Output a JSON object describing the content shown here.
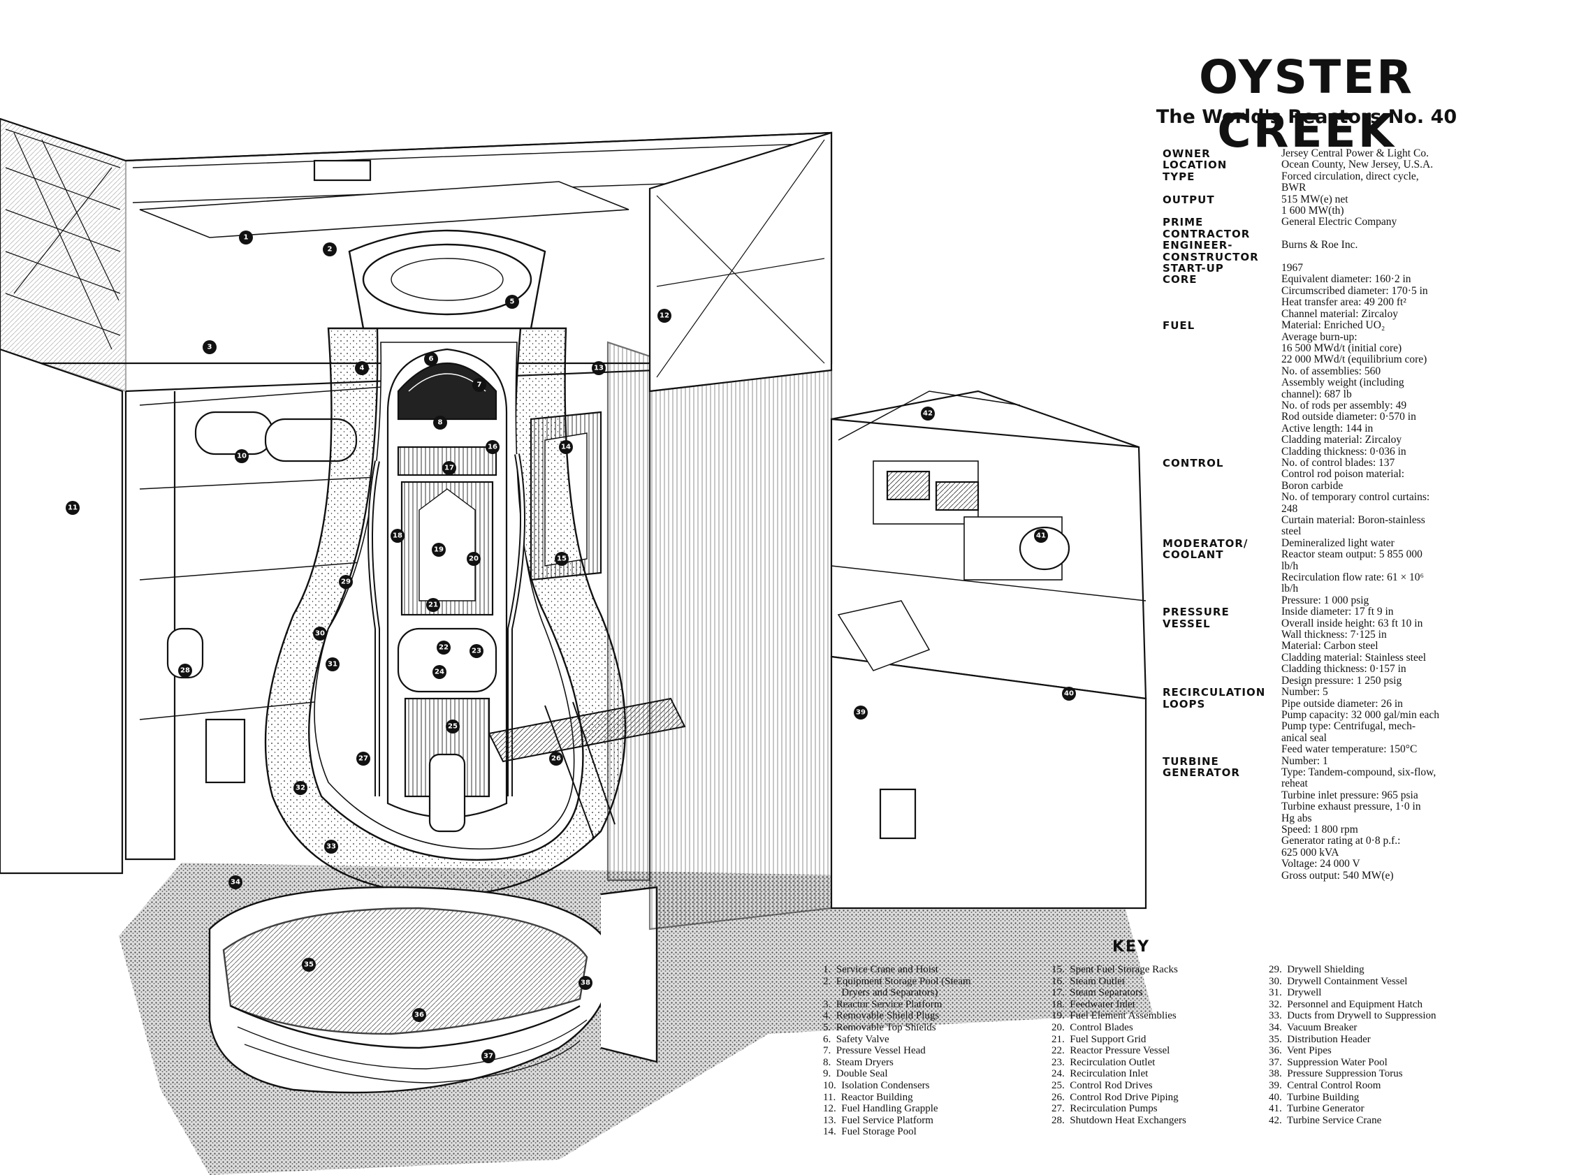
{
  "title": "OYSTER CREEK",
  "subtitle": "The World's Reactors No. 40",
  "specs": [
    {
      "label": "OWNER",
      "lines": [
        "Jersey Central Power & Light Co."
      ]
    },
    {
      "label": "LOCATION",
      "lines": [
        "Ocean County, New Jersey, U.S.A."
      ]
    },
    {
      "label": "TYPE",
      "lines": [
        "Forced circulation, direct cycle,",
        "BWR"
      ]
    },
    {
      "label": "OUTPUT",
      "lines": [
        "515 MW(e) net",
        "1 600 MW(th)"
      ]
    },
    {
      "label": "PRIME\n   CONTRACTOR",
      "lines": [
        "General Electric Company"
      ]
    },
    {
      "label": "ENGINEER-\n   CONSTRUCTOR",
      "lines": [
        "Burns & Roe Inc."
      ]
    },
    {
      "label": "START-UP",
      "lines": [
        "1967"
      ]
    },
    {
      "label": "CORE",
      "lines": [
        "Equivalent diameter: 160·2 in",
        "Circumscribed diameter: 170·5 in",
        "Heat transfer area: 49 200 ft²",
        "Channel material: Zircaloy"
      ]
    },
    {
      "label": "FUEL",
      "lines": [
        "Material: Enriched UO₂",
        "Average burn-up:",
        "   16 500 MWd/t (initial core)",
        "   22 000 MWd/t (equilibrium core)",
        "No. of assemblies: 560",
        "Assembly weight (including",
        "   channel): 687 lb",
        "No. of rods per assembly: 49",
        "Rod outside diameter: 0·570 in",
        "Active length: 144 in",
        "Cladding material: Zircaloy",
        "Cladding thickness: 0·036 in"
      ]
    },
    {
      "label": "CONTROL",
      "lines": [
        "No. of control blades: 137",
        "Control rod poison material:",
        "   Boron carbide",
        "No. of temporary control curtains:",
        "   248",
        "Curtain material: Boron-stainless",
        "   steel"
      ]
    },
    {
      "label": "MODERATOR/\n  COOLANT",
      "lines": [
        "Demineralized light water",
        "Reactor steam output: 5 855 000",
        "   lb/h",
        "Recirculation flow rate: 61 × 10⁶",
        "   lb/h",
        "Pressure: 1 000 psig"
      ]
    },
    {
      "label": "PRESSURE\n  VESSEL",
      "lines": [
        "Inside diameter: 17 ft 9 in",
        "Overall inside height: 63 ft 10 in",
        "Wall thickness: 7·125 in",
        "Material: Carbon steel",
        "Cladding material: Stainless steel",
        "Cladding thickness: 0·157 in",
        "Design pressure: 1 250 psig"
      ]
    },
    {
      "label": "RECIRCULATION\n  LOOPS",
      "lines": [
        "Number: 5",
        "Pipe outside diameter: 26 in",
        "Pump capacity: 32 000 gal/min each",
        "Pump type: Centrifugal, mech-",
        "   anical seal",
        "Feed water temperature: 150°C"
      ]
    },
    {
      "label": "TURBINE\n  GENERATOR",
      "lines": [
        "Number: 1",
        "Type: Tandem-compound, six-flow,",
        "   reheat",
        "Turbine inlet pressure: 965 psia",
        "Turbine exhaust pressure, 1·0 in",
        "   Hg abs",
        "Speed: 1 800 rpm",
        "Generator rating at 0·8 p.f.:",
        "   625 000 kVA",
        "Voltage: 24 000 V",
        "Gross output: 540 MW(e)"
      ]
    }
  ],
  "key_title": "KEY",
  "key_col1": [
    "1.  Service Crane and Hoist",
    "2.  Equipment Storage Pool (Steam",
    "       Dryers and Separators)",
    "3.  Reactor Service Platform",
    "4.  Removable Shield Plugs",
    "5.  Removable Top Shields",
    "6.  Safety Valve",
    "7.  Pressure Vessel Head",
    "8.  Steam Dryers",
    "9.  Double Seal",
    "10.  Isolation Condensers",
    "11.  Reactor Building",
    "12.  Fuel Handling Grapple",
    "13.  Fuel Service Platform",
    "14.  Fuel Storage Pool"
  ],
  "key_col2": [
    "15.  Spent Fuel Storage Racks",
    "16.  Steam Outlet",
    "17.  Steam Separators",
    "18.  Feedwater Inlet",
    "19.  Fuel Element Assemblies",
    "20.  Control Blades",
    "21.  Fuel Support Grid",
    "22.  Reactor Pressure Vessel",
    "23.  Recirculation Outlet",
    "24.  Recirculation Inlet",
    "25.  Control Rod Drives",
    "26.  Control Rod Drive Piping",
    "27.  Recirculation Pumps",
    "28.  Shutdown Heat Exchangers"
  ],
  "key_col3": [
    "29.  Drywell Shielding",
    "30.  Drywell Containment Vessel",
    "31.  Drywell",
    "32.  Personnel and Equipment Hatch",
    "33.  Ducts from Drywell to Suppression",
    "34.  Vacuum Breaker",
    "35.  Distribution Header",
    "36.  Vent Pipes",
    "37.  Suppression Water Pool",
    "38.  Pressure Suppression Torus",
    "39.  Central Control Room",
    "40.  Turbine Building",
    "41.  Turbine Generator",
    "42.  Turbine Service Crane"
  ],
  "callouts": [
    "1",
    "2",
    "3",
    "4",
    "5",
    "6",
    "7",
    "8",
    "10",
    "11",
    "12",
    "13",
    "14",
    "15",
    "16",
    "17",
    "18",
    "19",
    "20",
    "21",
    "22",
    "23",
    "24",
    "25",
    "26",
    "27",
    "28",
    "29",
    "30",
    "31",
    "32",
    "33",
    "34",
    "35",
    "36",
    "37",
    "38",
    "39",
    "40",
    "41",
    "42"
  ]
}
